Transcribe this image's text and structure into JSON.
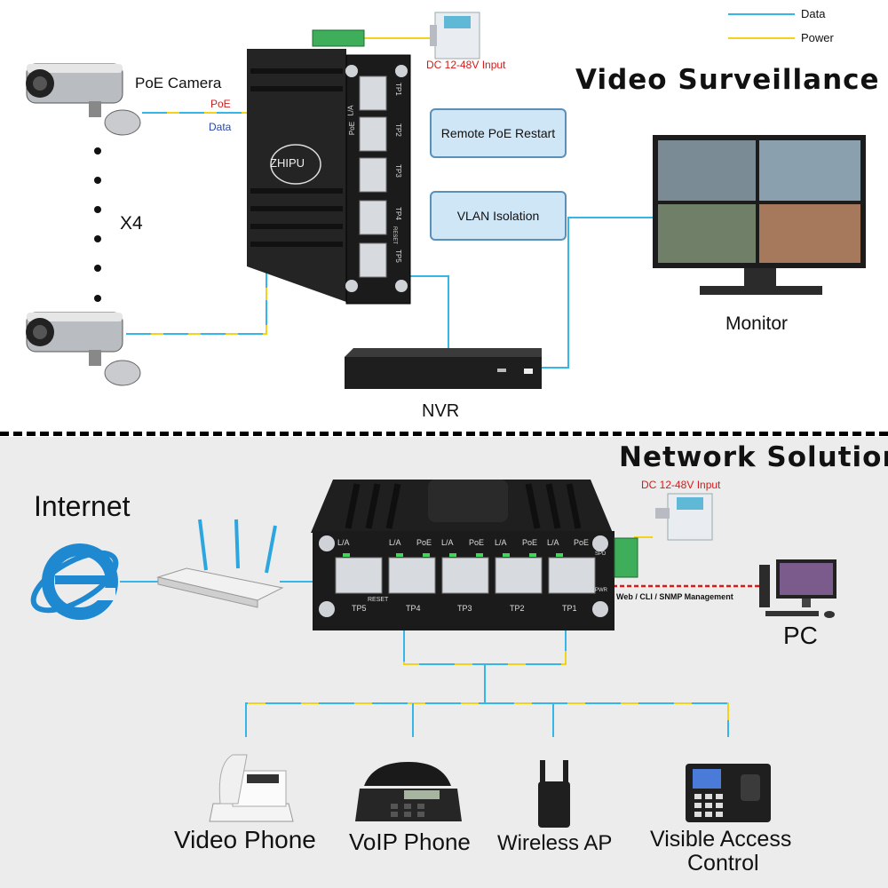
{
  "legend": {
    "data_label": "Data",
    "power_label": "Power",
    "data_color": "#36b6e6",
    "power_color": "#f2d21b"
  },
  "top_section": {
    "heading": "Video Surveillance",
    "camera_label": "PoE Camera",
    "poe_label": "PoE",
    "data_label": "Data",
    "multiplier": "X4",
    "dc_input": "DC 12-48V Input",
    "feature_1": "Remote PoE Restart",
    "feature_2": "VLAN Isolation",
    "monitor_label": "Monitor",
    "nvr_label": "NVR",
    "switch_brand": "ZHIPU",
    "port_labels": [
      "TP1",
      "TP2",
      "TP3",
      "TP4",
      "TP5"
    ],
    "link_labels": [
      "PoE",
      "L/A"
    ],
    "reset_label": "RESET"
  },
  "bottom_section": {
    "heading": "Network Solution",
    "internet_label": "Internet",
    "dc_input": "DC 12-48V Input",
    "management_label": "Web / CLI / SNMP Management",
    "pc_label": "PC",
    "spd_label": "SPD",
    "pwr_label": "PWR",
    "reset_label": "RESET",
    "port_labels": [
      "TP5",
      "TP4",
      "TP3",
      "TP2",
      "TP1"
    ],
    "top_labels": [
      "L/A",
      "L/A",
      "PoE",
      "L/A",
      "PoE",
      "L/A",
      "PoE",
      "L/A",
      "PoE"
    ],
    "devices": [
      "Video Phone",
      "VoIP Phone",
      "Wireless AP",
      "Visible Access",
      "Control"
    ]
  },
  "colors": {
    "accent_red": "#d21c1c",
    "box_fill": "#cfe6f7",
    "box_border": "#5a8fb8",
    "switch_body": "#1b1b1b"
  }
}
